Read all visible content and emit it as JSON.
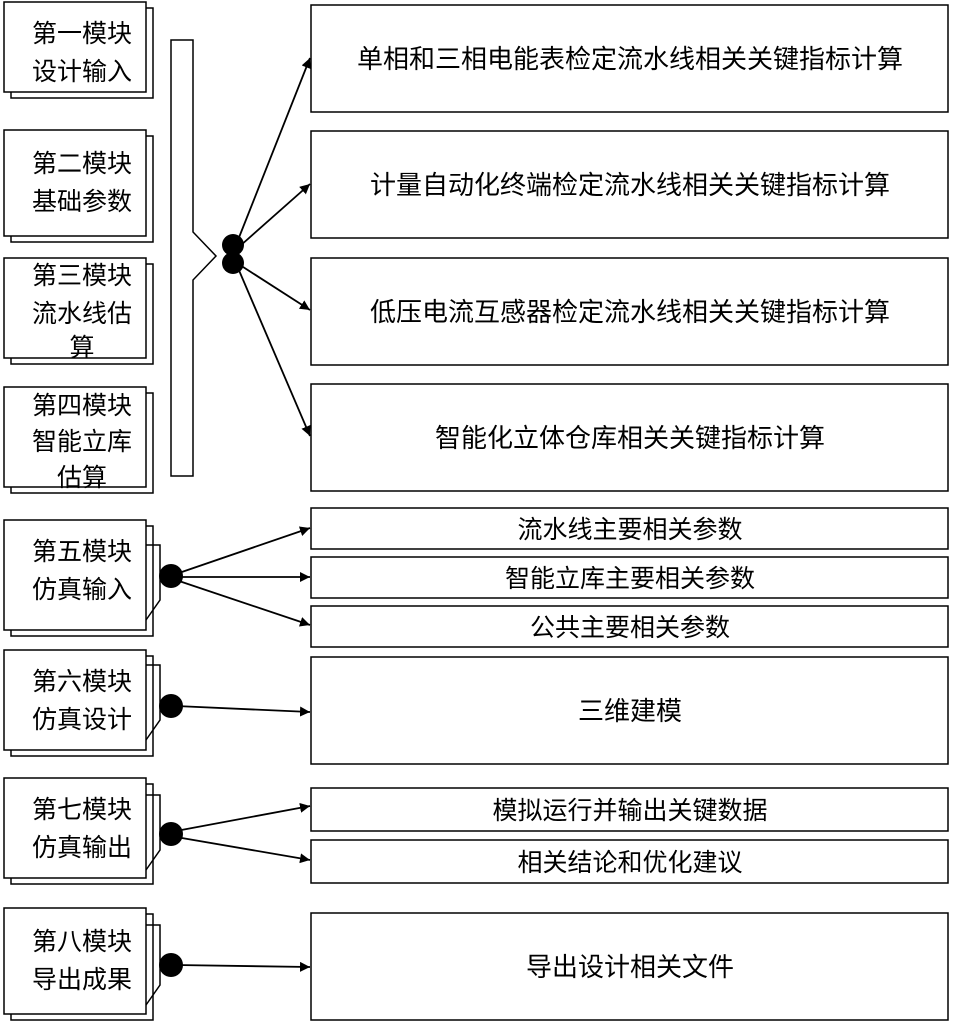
{
  "modules": [
    {
      "id": "m1",
      "lines": [
        "第一模块",
        "设计输入"
      ]
    },
    {
      "id": "m2",
      "lines": [
        "第二模块",
        "基础参数"
      ]
    },
    {
      "id": "m3",
      "lines": [
        "第三模块",
        "流水线估",
        "算"
      ]
    },
    {
      "id": "m4",
      "lines": [
        "第四模块",
        "智能立库",
        "估算"
      ]
    },
    {
      "id": "m5",
      "lines": [
        "第五模块",
        "仿真输入"
      ]
    },
    {
      "id": "m6",
      "lines": [
        "第六模块",
        "仿真设计"
      ]
    },
    {
      "id": "m7",
      "lines": [
        "第七模块",
        "仿真输出"
      ]
    },
    {
      "id": "m8",
      "lines": [
        "第八模块",
        "导出成果"
      ]
    }
  ],
  "outputs": [
    "单相和三相电能表检定流水线相关关键指标计算",
    "计量自动化终端检定流水线相关关键指标计算",
    "低压电流互感器检定流水线相关关键指标计算",
    "智能化立体仓库相关关键指标计算",
    "流水线主要相关参数",
    "智能立库主要相关参数",
    "公共主要相关参数",
    "三维建模",
    "模拟运行并输出关键数据",
    "相关结论和优化建议",
    "导出设计相关文件"
  ]
}
